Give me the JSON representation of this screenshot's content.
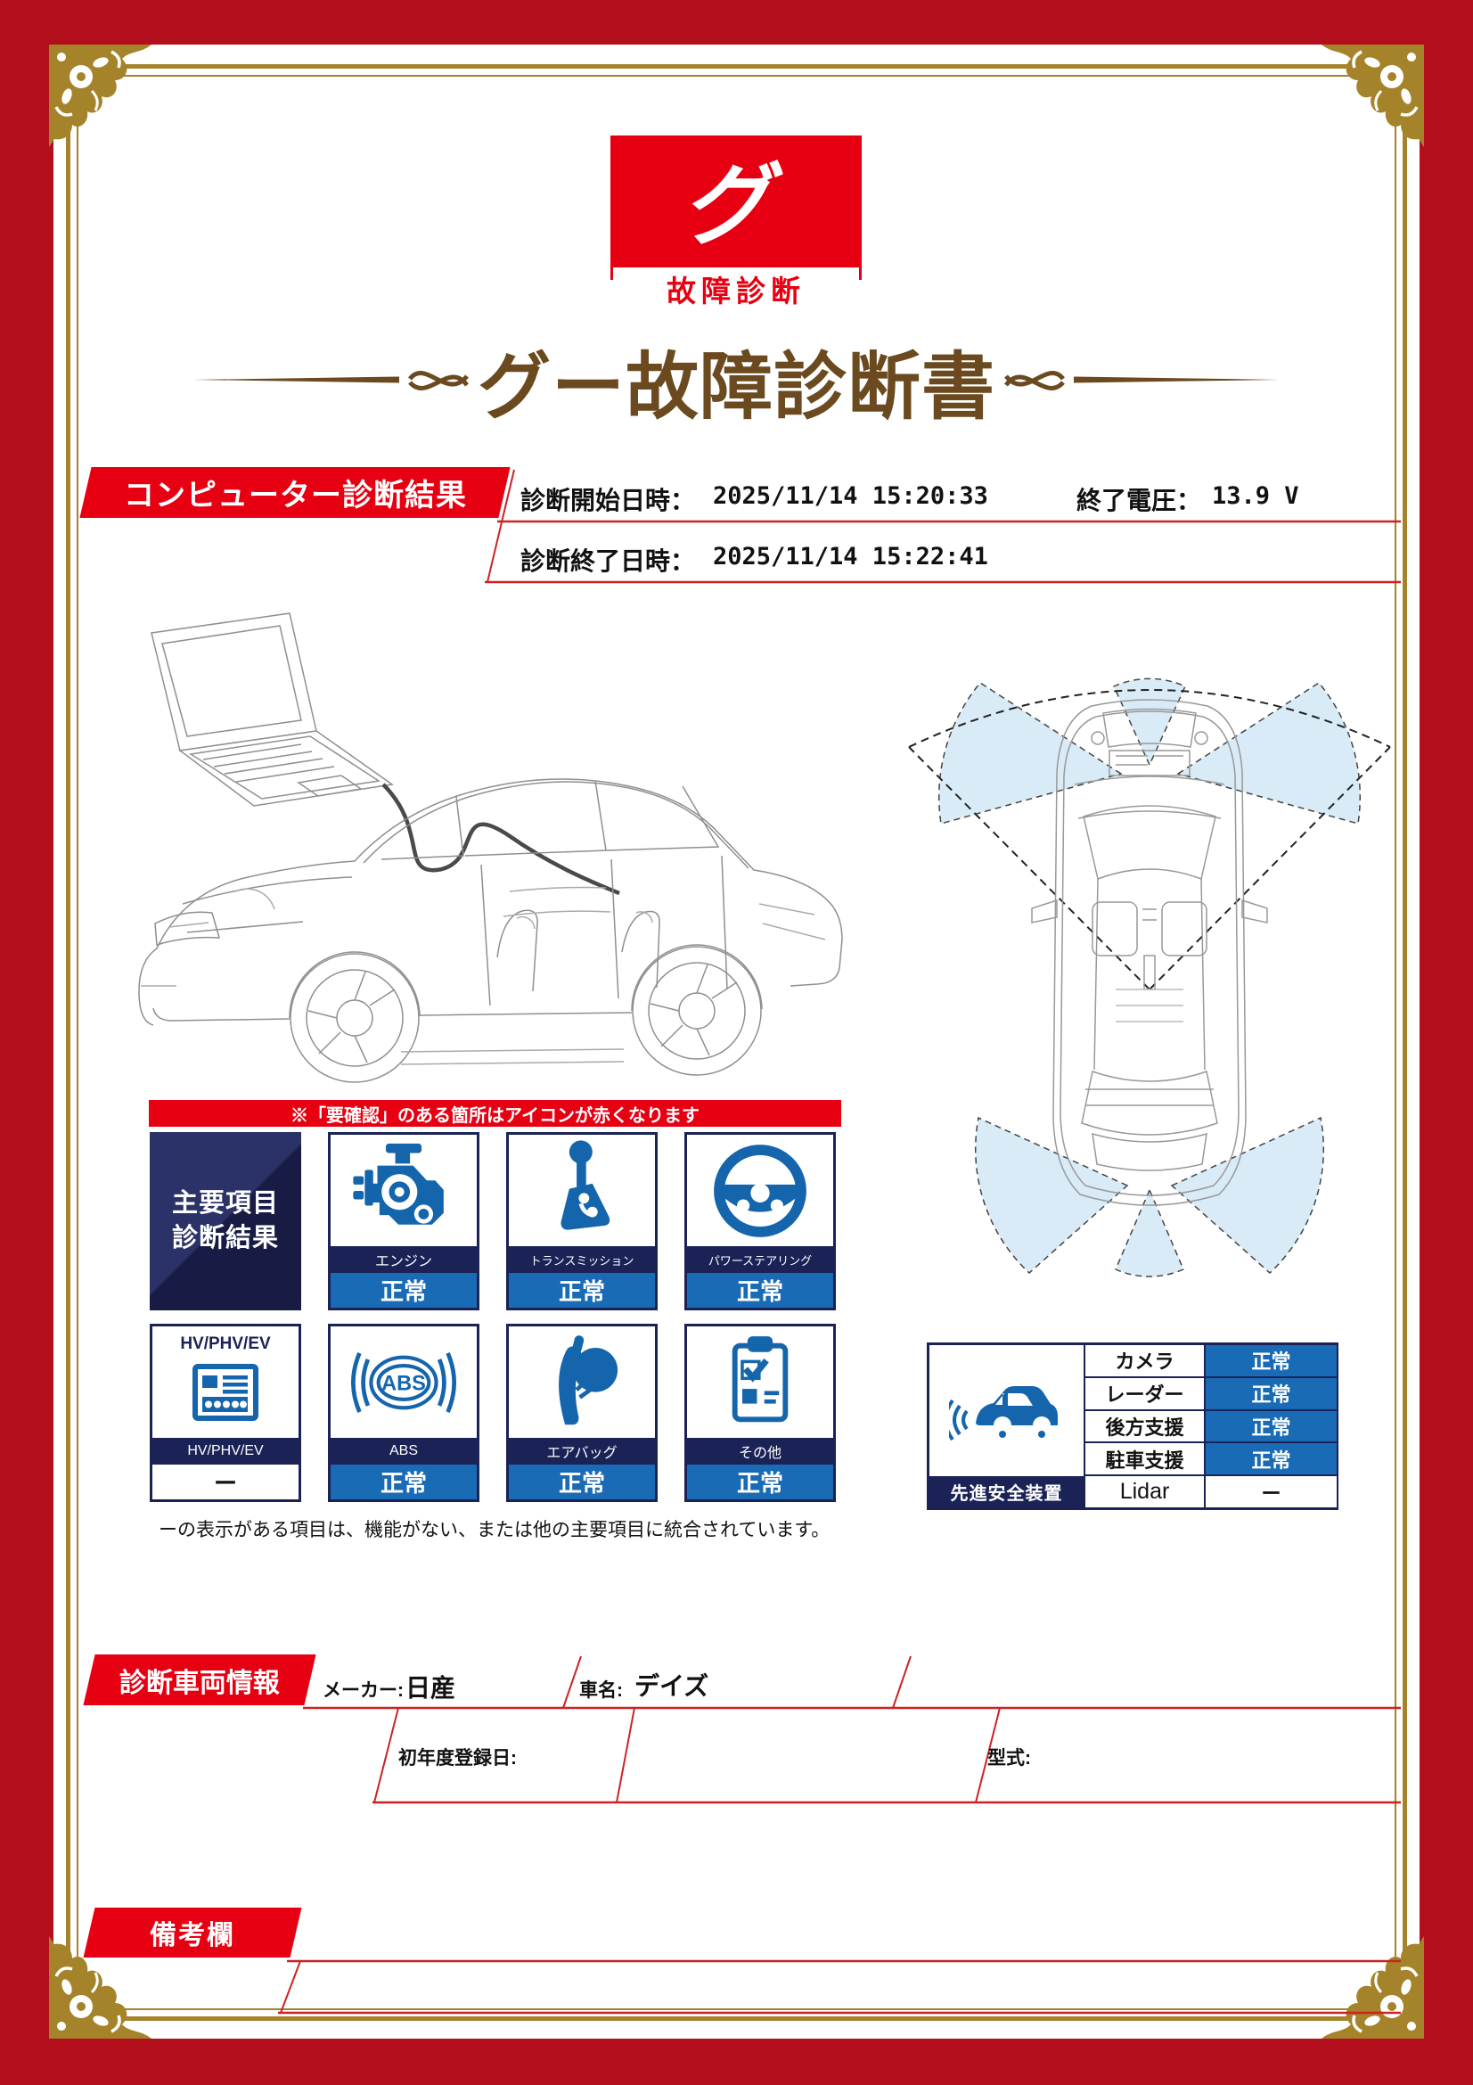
{
  "logo": {
    "mark": "グ",
    "caption": "故障診断"
  },
  "title": "グー故障診断書",
  "computer_diag": {
    "heading": "コンピューター診断結果",
    "start_label": "診断開始日時：",
    "start_value": "2025/11/14 15:20:33",
    "voltage_label": "終了電圧：",
    "voltage_value": "13.9 V",
    "end_label": "診断終了日時：",
    "end_value": "2025/11/14 15:22:41"
  },
  "notice": "※「要確認」のある箇所はアイコンが赤くなります",
  "grid": {
    "heading_line1": "主要項目",
    "heading_line2": "診断結果",
    "items": [
      {
        "icon": "engine-icon",
        "label": "エンジン",
        "status": "正常"
      },
      {
        "icon": "transmission-icon",
        "label": "トランスミッション",
        "status": "正常"
      },
      {
        "icon": "steering-icon",
        "label": "パワーステアリング",
        "status": "正常"
      },
      {
        "icon": "hv-icon",
        "title": "HV/PHV/EV",
        "label": "HV/PHV/EV",
        "status": "ー"
      },
      {
        "icon": "abs-icon",
        "label": "ABS",
        "status": "正常"
      },
      {
        "icon": "airbag-icon",
        "label": "エアバッグ",
        "status": "正常"
      },
      {
        "icon": "other-icon",
        "label": "その他",
        "status": "正常"
      }
    ],
    "note": "ーの表示がある項目は、機能がない、または他の主要項目に統合されています。"
  },
  "safety": {
    "heading": "先進安全装置",
    "rows": [
      {
        "label": "カメラ",
        "status": "正常"
      },
      {
        "label": "レーダー",
        "status": "正常"
      },
      {
        "label": "後方支援",
        "status": "正常"
      },
      {
        "label": "駐車支援",
        "status": "正常"
      },
      {
        "label": "Lidar",
        "status": "ー"
      }
    ]
  },
  "vehicle": {
    "heading": "診断車両情報",
    "maker_label": "メーカー:",
    "maker_value": "日産",
    "name_label": "車名:",
    "name_value": "デイズ",
    "reg_label": "初年度登録日:",
    "model_label": "型式:"
  },
  "remarks": {
    "heading": "備考欄"
  }
}
